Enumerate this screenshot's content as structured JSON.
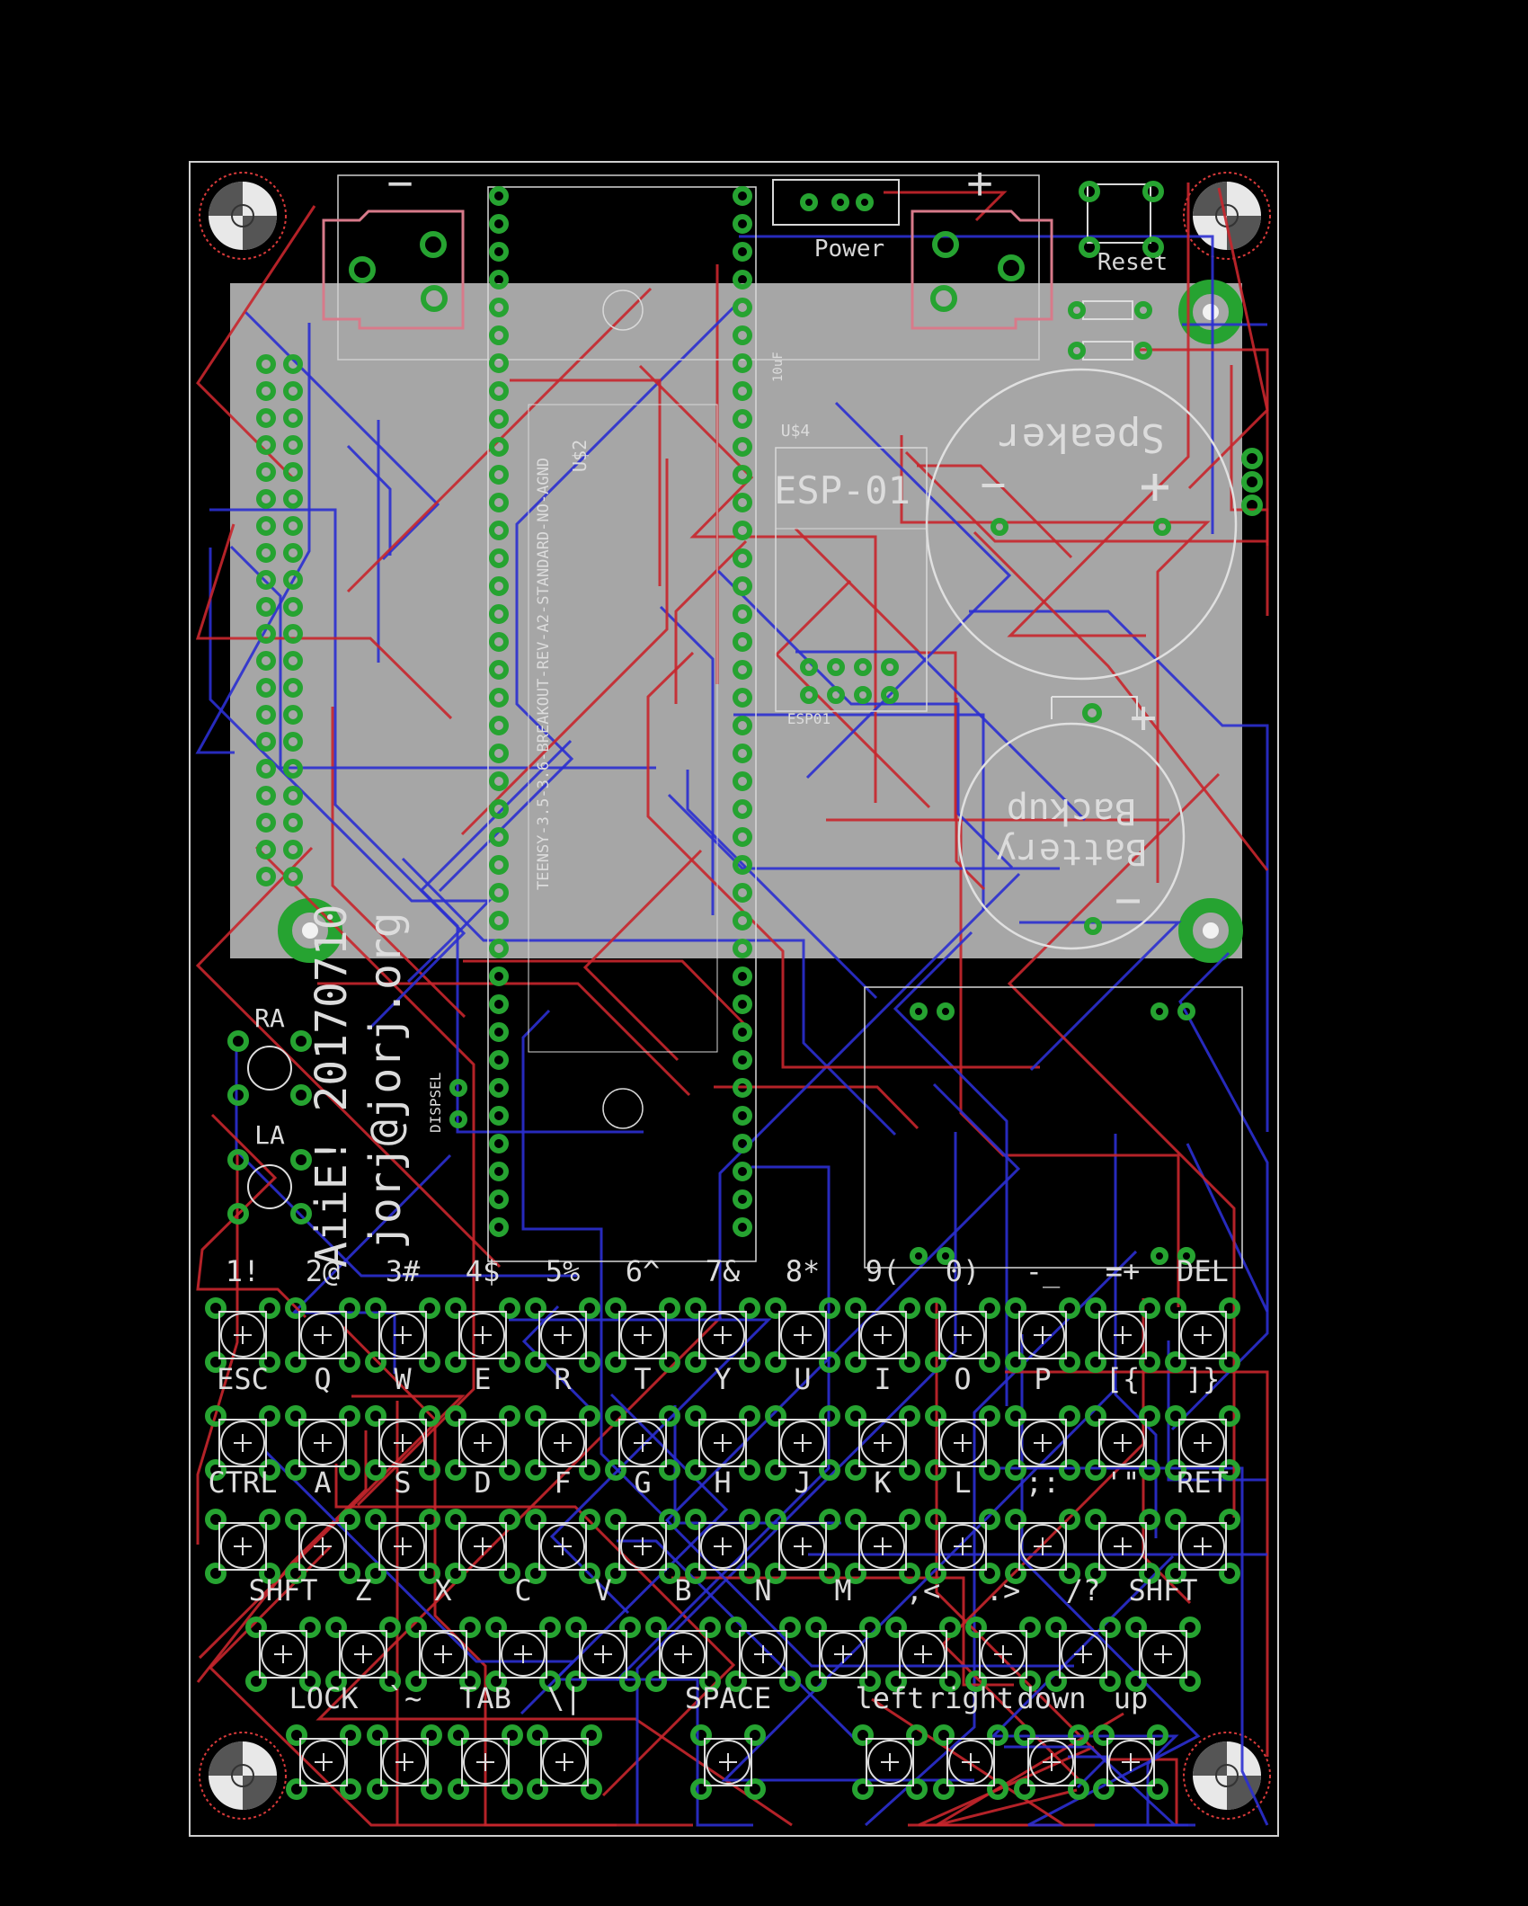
{
  "colors": {
    "background": "#000000",
    "outline": "#cfcfcf",
    "silk": "#d8d8d8",
    "lcd_area": "#a6a6a6",
    "top_copper": "#c8262c",
    "bottom_copper": "#2b2fd0",
    "pad": "#26a331",
    "pad_hole": "#f2f2f2",
    "keepout": "#d83a3a",
    "hole_fill": "#e8e8e8"
  },
  "labels": {
    "power": "Power",
    "reset": "Reset",
    "minus": "−",
    "plus": "+",
    "speaker": "Speaker",
    "speaker_minus": "−",
    "speaker_plus": "+",
    "esp01": "ESP-01",
    "esp01_ref": "U$4",
    "esp01_small": "ESP01",
    "backup": "Backup",
    "battery": "Battery",
    "bat_plus": "+",
    "bat_minus": "−",
    "teensy": "TEENSY-3.5-3.6-BREAKOUT-REV-A2-STANDARD-NO-AGND",
    "teensy_ref": "U$2",
    "title_line1": "AiiE! 20170710",
    "title_line2": "jorj@jorj.org",
    "dispsel": "DISPSEL",
    "ra": "RA",
    "la": "LA",
    "cap": "10uF"
  },
  "keyboard": {
    "row1": [
      "1!",
      "2@",
      "3#",
      "4$",
      "5%",
      "6^",
      "7&",
      "8*",
      "9(",
      "0)",
      "-_",
      "=+",
      "DEL"
    ],
    "row2": [
      "ESC",
      "Q",
      "W",
      "E",
      "R",
      "T",
      "Y",
      "U",
      "I",
      "O",
      "P",
      "[{",
      "]}"
    ],
    "row3": [
      "CTRL",
      "A",
      "S",
      "D",
      "F",
      "G",
      "H",
      "J",
      "K",
      "L",
      ";:",
      "'\"",
      "RET"
    ],
    "row4": [
      "SHFT",
      "Z",
      "X",
      "C",
      "V",
      "B",
      "N",
      "M",
      ",<",
      ".>",
      "/?",
      "SHFT"
    ],
    "row5": [
      "LOCK",
      "`~",
      "TAB",
      "\\|",
      "SPACE",
      "left",
      "right",
      "down",
      "up"
    ]
  }
}
